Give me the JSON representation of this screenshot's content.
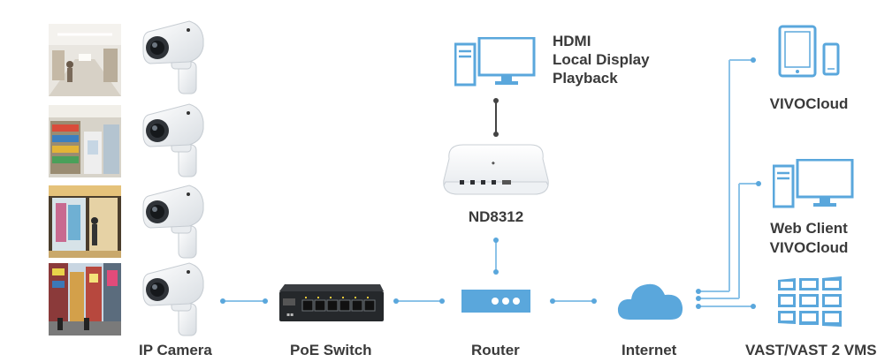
{
  "labels": {
    "ip_camera": "IP Camera",
    "poe_switch": "PoE Switch",
    "router": "Router",
    "internet": "Internet",
    "nvr": "ND8312",
    "vms": "VAST/VAST 2 VMS",
    "vivocloud": "VIVOCloud",
    "web_client_line1": "Web Client",
    "web_client_line2": "VIVOCloud",
    "hdmi_line1": "HDMI",
    "hdmi_line2": "Local Display",
    "hdmi_line3": "Playback"
  },
  "scenes": [
    "retail-store",
    "convenience-store",
    "shop-window",
    "city-street"
  ],
  "colors": {
    "accent": "#5aa7dc",
    "accent_light": "#8cc3e8",
    "text": "#3a3a3a",
    "device_line": "#444444"
  },
  "icons": {
    "camera": "bullet-camera-icon",
    "switch": "poe-switch-icon",
    "router": "router-icon",
    "cloud": "cloud-icon",
    "nvr": "nvr-icon",
    "desktop": "desktop-computer-icon",
    "tablet": "tablet-phone-icon",
    "video_wall": "video-wall-icon"
  }
}
